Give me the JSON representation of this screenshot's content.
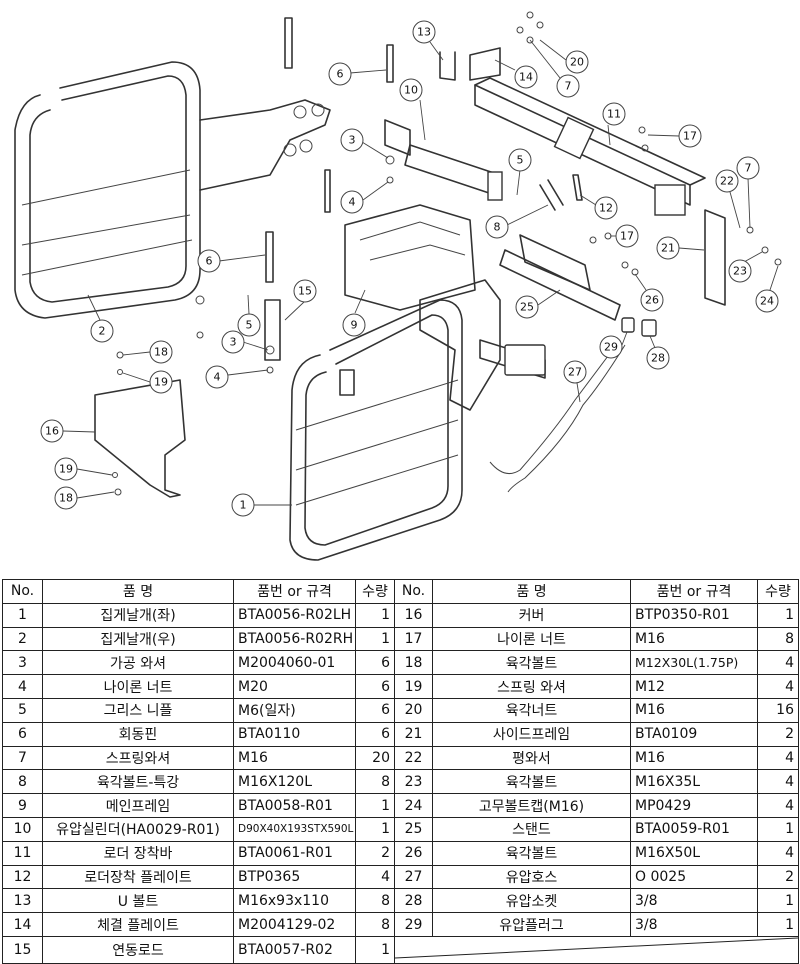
{
  "diagram": {
    "callouts": [
      "1",
      "2",
      "3",
      "4",
      "5",
      "6",
      "7",
      "8",
      "9",
      "10",
      "11",
      "12",
      "13",
      "14",
      "15",
      "16",
      "17",
      "18",
      "19",
      "20",
      "21",
      "22",
      "23",
      "24",
      "25",
      "26",
      "27",
      "28",
      "29"
    ]
  },
  "table": {
    "headers": {
      "no": "No.",
      "name": "품    명",
      "code": "품번 or 규격",
      "qty": "수량"
    },
    "rows": [
      {
        "no": "1",
        "name": "집게날개(좌)",
        "code": "BTA0056-R02LH",
        "qty": "1"
      },
      {
        "no": "2",
        "name": "집게날개(우)",
        "code": "BTA0056-R02RH",
        "qty": "1"
      },
      {
        "no": "3",
        "name": "가공 와셔",
        "code": "M2004060-01",
        "qty": "6"
      },
      {
        "no": "4",
        "name": "나이론 너트",
        "code": "M20",
        "qty": "6"
      },
      {
        "no": "5",
        "name": "그리스 니플",
        "code": "M6(일자)",
        "qty": "6"
      },
      {
        "no": "6",
        "name": "회동핀",
        "code": "BTA0110",
        "qty": "6"
      },
      {
        "no": "7",
        "name": "스프링와셔",
        "code": "M16",
        "qty": "20"
      },
      {
        "no": "8",
        "name": "육각볼트-특강",
        "code": "M16X120L",
        "qty": "8"
      },
      {
        "no": "9",
        "name": "메인프레임",
        "code": "BTA0058-R01",
        "qty": "1"
      },
      {
        "no": "10",
        "name": "유압실린더(HA0029-R01)",
        "code": "D90X40X193STX590L",
        "qty": "1"
      },
      {
        "no": "11",
        "name": "로더 장착바",
        "code": "BTA0061-R01",
        "qty": "2"
      },
      {
        "no": "12",
        "name": "로더장착 플레이트",
        "code": "BTP0365",
        "qty": "4"
      },
      {
        "no": "13",
        "name": "U 볼트",
        "code": "M16x93x110",
        "qty": "8"
      },
      {
        "no": "14",
        "name": "체결 플레이트",
        "code": "M2004129-02",
        "qty": "8"
      },
      {
        "no": "15",
        "name": "연동로드",
        "code": "BTA0057-R02",
        "qty": "1"
      },
      {
        "no": "16",
        "name": "커버",
        "code": "BTP0350-R01",
        "qty": "1"
      },
      {
        "no": "17",
        "name": "나이론 너트",
        "code": "M16",
        "qty": "8"
      },
      {
        "no": "18",
        "name": "육각볼트",
        "code": "M12X30L(1.75P)",
        "qty": "4"
      },
      {
        "no": "19",
        "name": "스프링 와셔",
        "code": "M12",
        "qty": "4"
      },
      {
        "no": "20",
        "name": "육각너트",
        "code": "M16",
        "qty": "16"
      },
      {
        "no": "21",
        "name": "사이드프레임",
        "code": "BTA0109",
        "qty": "2"
      },
      {
        "no": "22",
        "name": "평와서",
        "code": "M16",
        "qty": "4"
      },
      {
        "no": "23",
        "name": "육각볼트",
        "code": "M16X35L",
        "qty": "4"
      },
      {
        "no": "24",
        "name": "고무볼트캡(M16)",
        "code": "MP0429",
        "qty": "4"
      },
      {
        "no": "25",
        "name": "스탠드",
        "code": "BTA0059-R01",
        "qty": "1"
      },
      {
        "no": "26",
        "name": "육각볼트",
        "code": "M16X50L",
        "qty": "4"
      },
      {
        "no": "27",
        "name": "유압호스",
        "code": "O 0025",
        "qty": "2"
      },
      {
        "no": "28",
        "name": "유압소켓",
        "code": "3/8",
        "qty": "1"
      },
      {
        "no": "29",
        "name": "유압플러그",
        "code": "3/8",
        "qty": "1"
      }
    ]
  }
}
